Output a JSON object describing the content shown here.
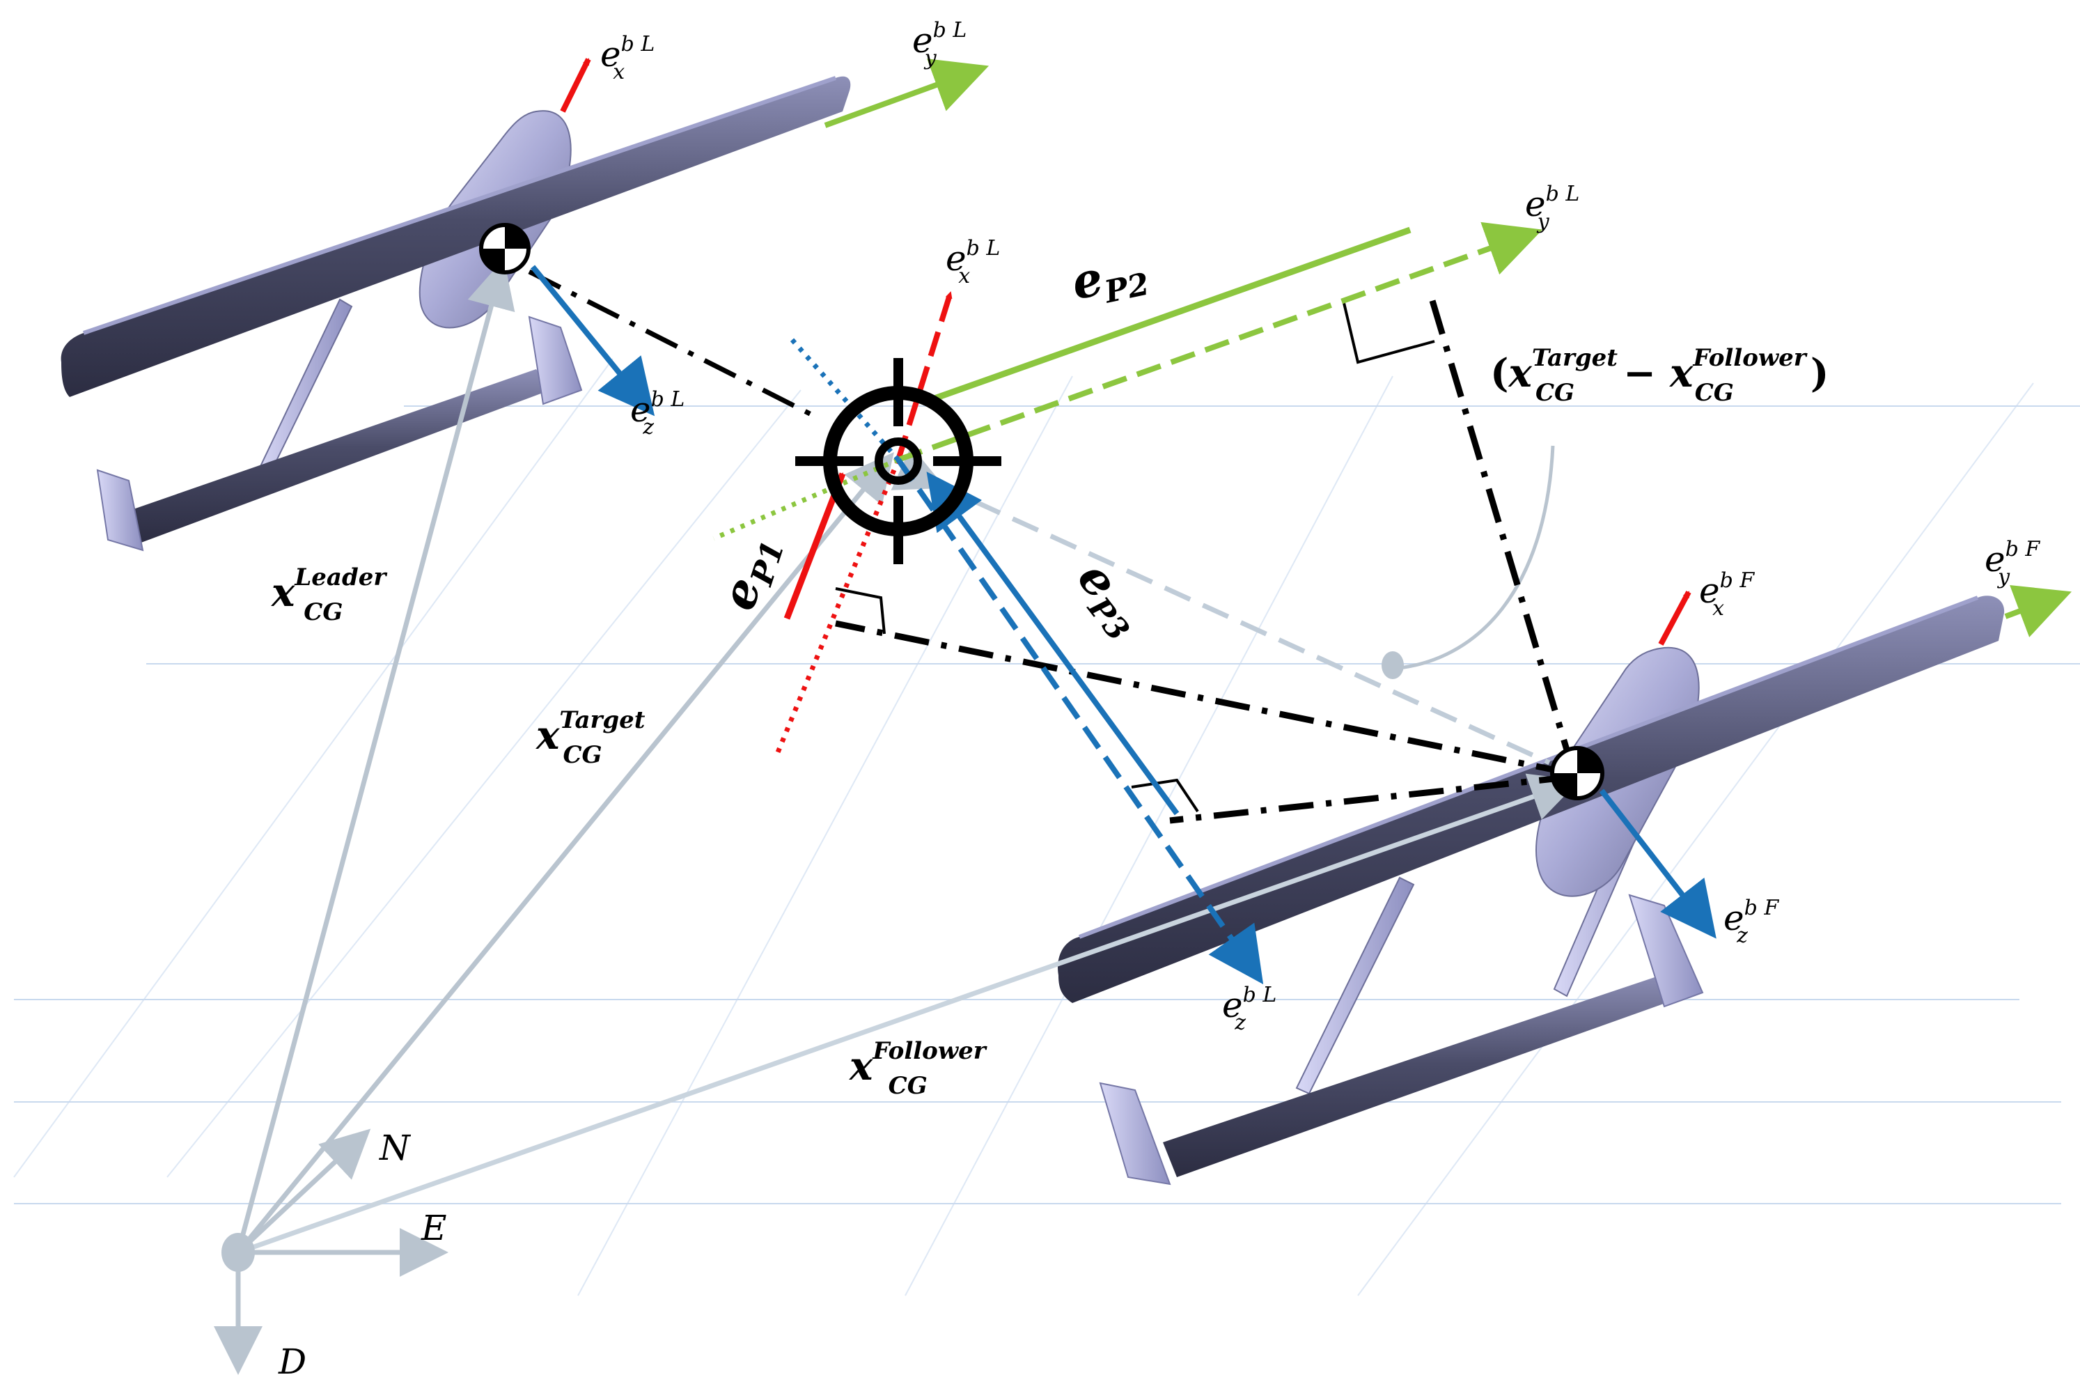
{
  "labels": {
    "leader_ex": {
      "base": "e",
      "sub": "x",
      "sup": "b L"
    },
    "leader_ey": {
      "base": "e",
      "sub": "y",
      "sup": "b L"
    },
    "leader_ez": {
      "base": "e",
      "sub": "z",
      "sup": "b L"
    },
    "target_ex": {
      "base": "e",
      "sub": "x",
      "sup": "b L"
    },
    "target_ey": {
      "base": "e",
      "sub": "y",
      "sup": "b L"
    },
    "target_ez": {
      "base": "e",
      "sub": "z",
      "sup": "b L"
    },
    "follower_ex": {
      "base": "e",
      "sub": "x",
      "sup": "b F"
    },
    "follower_ey": {
      "base": "e",
      "sub": "y",
      "sup": "b F"
    },
    "follower_ez": {
      "base": "e",
      "sub": "z",
      "sup": "b F"
    },
    "ep1": {
      "base": "e",
      "sub": "P1"
    },
    "ep2": {
      "base": "e",
      "sub": "P2"
    },
    "ep3": {
      "base": "e",
      "sub": "P3"
    },
    "x_leader": {
      "base": "x",
      "sub": "CG",
      "sup": "Leader"
    },
    "x_target": {
      "base": "x",
      "sub": "CG",
      "sup": "Target"
    },
    "x_follower": {
      "base": "x",
      "sub": "CG",
      "sup": "Follower"
    },
    "diff": {
      "open": "(",
      "a": "x",
      "a_sup": "Target",
      "a_sub": "CG",
      "minus": "−",
      "b": "x",
      "b_sup": "Follower",
      "b_sub": "CG",
      "close": ")"
    },
    "north": "N",
    "east": "E",
    "down": "D"
  },
  "colors": {
    "red": "#ee1111",
    "green": "#8cc63f",
    "blue": "#1a72b8",
    "grey": "#b9c4cf",
    "black": "#000000",
    "grid": "#c8d9ee",
    "wing_dark": "#4a4c68",
    "wing_light": "#b4b5dc"
  }
}
